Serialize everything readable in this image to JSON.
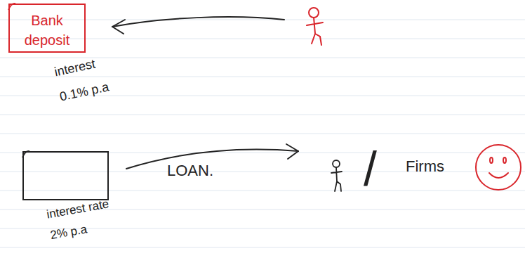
{
  "diagram": {
    "nodes": [
      {
        "text": [
          "Bank deposit",
          "interest 0.1% p.a"
        ]
      },
      {
        "text": [
          "interest rate 2% p.a"
        ]
      }
    ],
    "labels": [
      "LOAN.",
      "/",
      "Firms"
    ]
  }
}
